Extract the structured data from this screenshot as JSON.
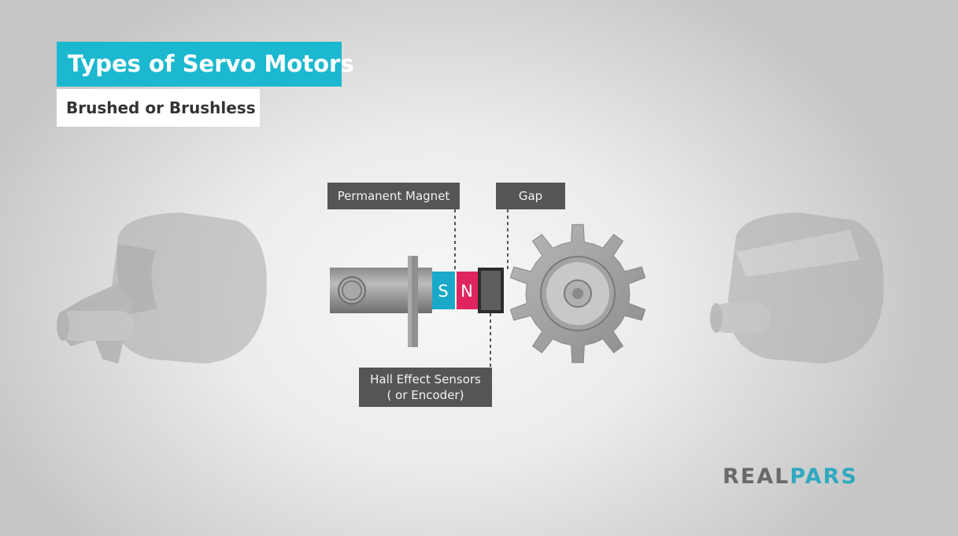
{
  "header": {
    "title": "Types of Servo Motors",
    "subtitle": "Brushed or Brushless"
  },
  "labels": {
    "permanent_magnet": "Permanent Magnet",
    "gap": "Gap",
    "hall_line1": "Hall Effect Sensors",
    "hall_line2": "( or Encoder)"
  },
  "magnet": {
    "south": "S",
    "north": "N"
  },
  "logo": {
    "part1": "REAL",
    "part2": "PARS"
  },
  "colors": {
    "accent": "#1cb8cf",
    "south_pole": "#1aa9c9",
    "north_pole": "#e0245f",
    "label_bg": "#555555"
  }
}
